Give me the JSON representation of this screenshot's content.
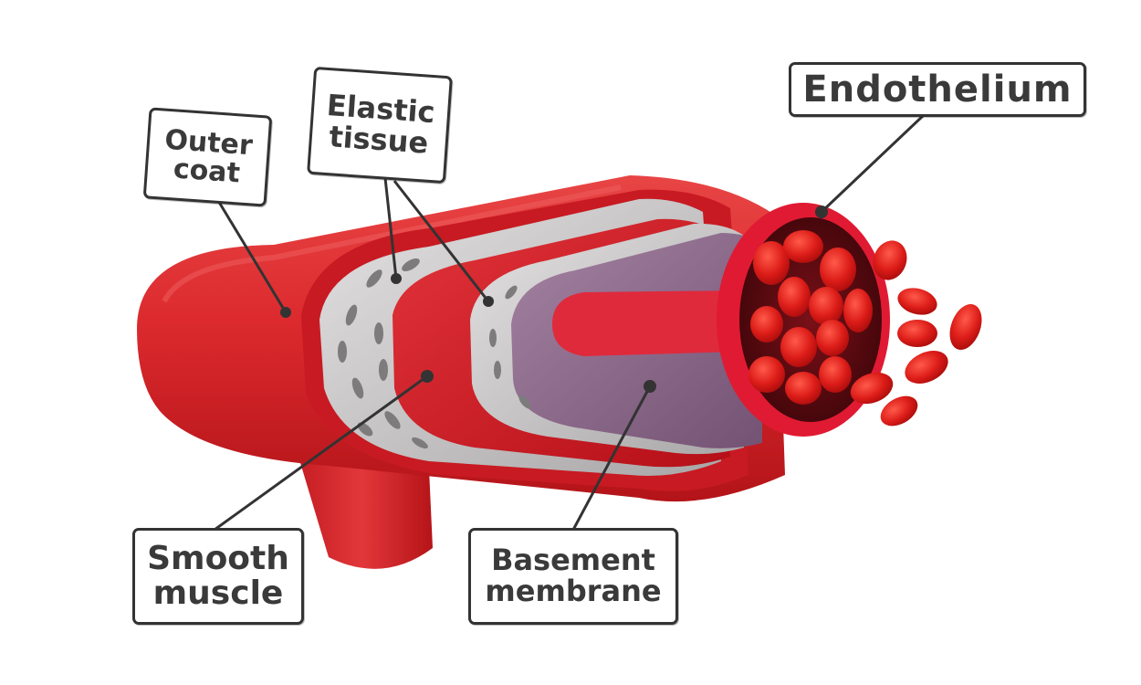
{
  "labels": {
    "outer_coat": [
      "Outer",
      "coat"
    ],
    "elastic_tissue": [
      "Elastic",
      "tissue"
    ],
    "endothelium": [
      "Endothelium"
    ],
    "smooth_muscle": [
      "Smooth",
      "muscle"
    ],
    "basement_membrane": [
      "Basement",
      "membrane"
    ]
  },
  "colors": {
    "outer_coat": "#d8252a",
    "elastic_tissue": "#c9c7c7",
    "smooth_muscle": "#c8141d",
    "basement_membrane": "#8e6a8c",
    "endothelium": "#e01a32",
    "lumen": "#5a0a10",
    "blood_cell": "#d91818",
    "leader": "#333333",
    "label_border": "#333333",
    "label_text": "#3a3a3a"
  }
}
